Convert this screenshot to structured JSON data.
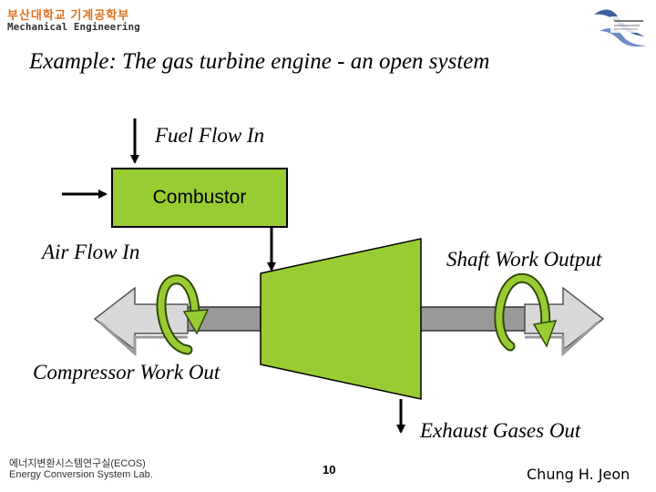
{
  "header": {
    "logo_korean": "부산대학교 기계공학부",
    "logo_english": "Mechanical Engineering",
    "emblem_icon": "university-emblem-icon"
  },
  "title": "Example:  The gas turbine engine - an open system",
  "diagram": {
    "fuel_flow_label": "Fuel Flow In",
    "combustor_label": "Combustor",
    "air_flow_label": "Air Flow In",
    "shaft_work_label": "Shaft Work Output",
    "compressor_work_label": "Compressor Work Out",
    "exhaust_label": "Exhaust Gases Out",
    "colors": {
      "green": "#99cc33",
      "green_dark": "#5a8a10",
      "shaft": "#999999",
      "arrow_fill": "#d8d8d8"
    }
  },
  "footer": {
    "lab_korean": "에너지변환시스템연구실(ECOS)",
    "lab_english": "Energy Conversion System Lab.",
    "page_number": "10",
    "author": "Chung H. Jeon"
  }
}
